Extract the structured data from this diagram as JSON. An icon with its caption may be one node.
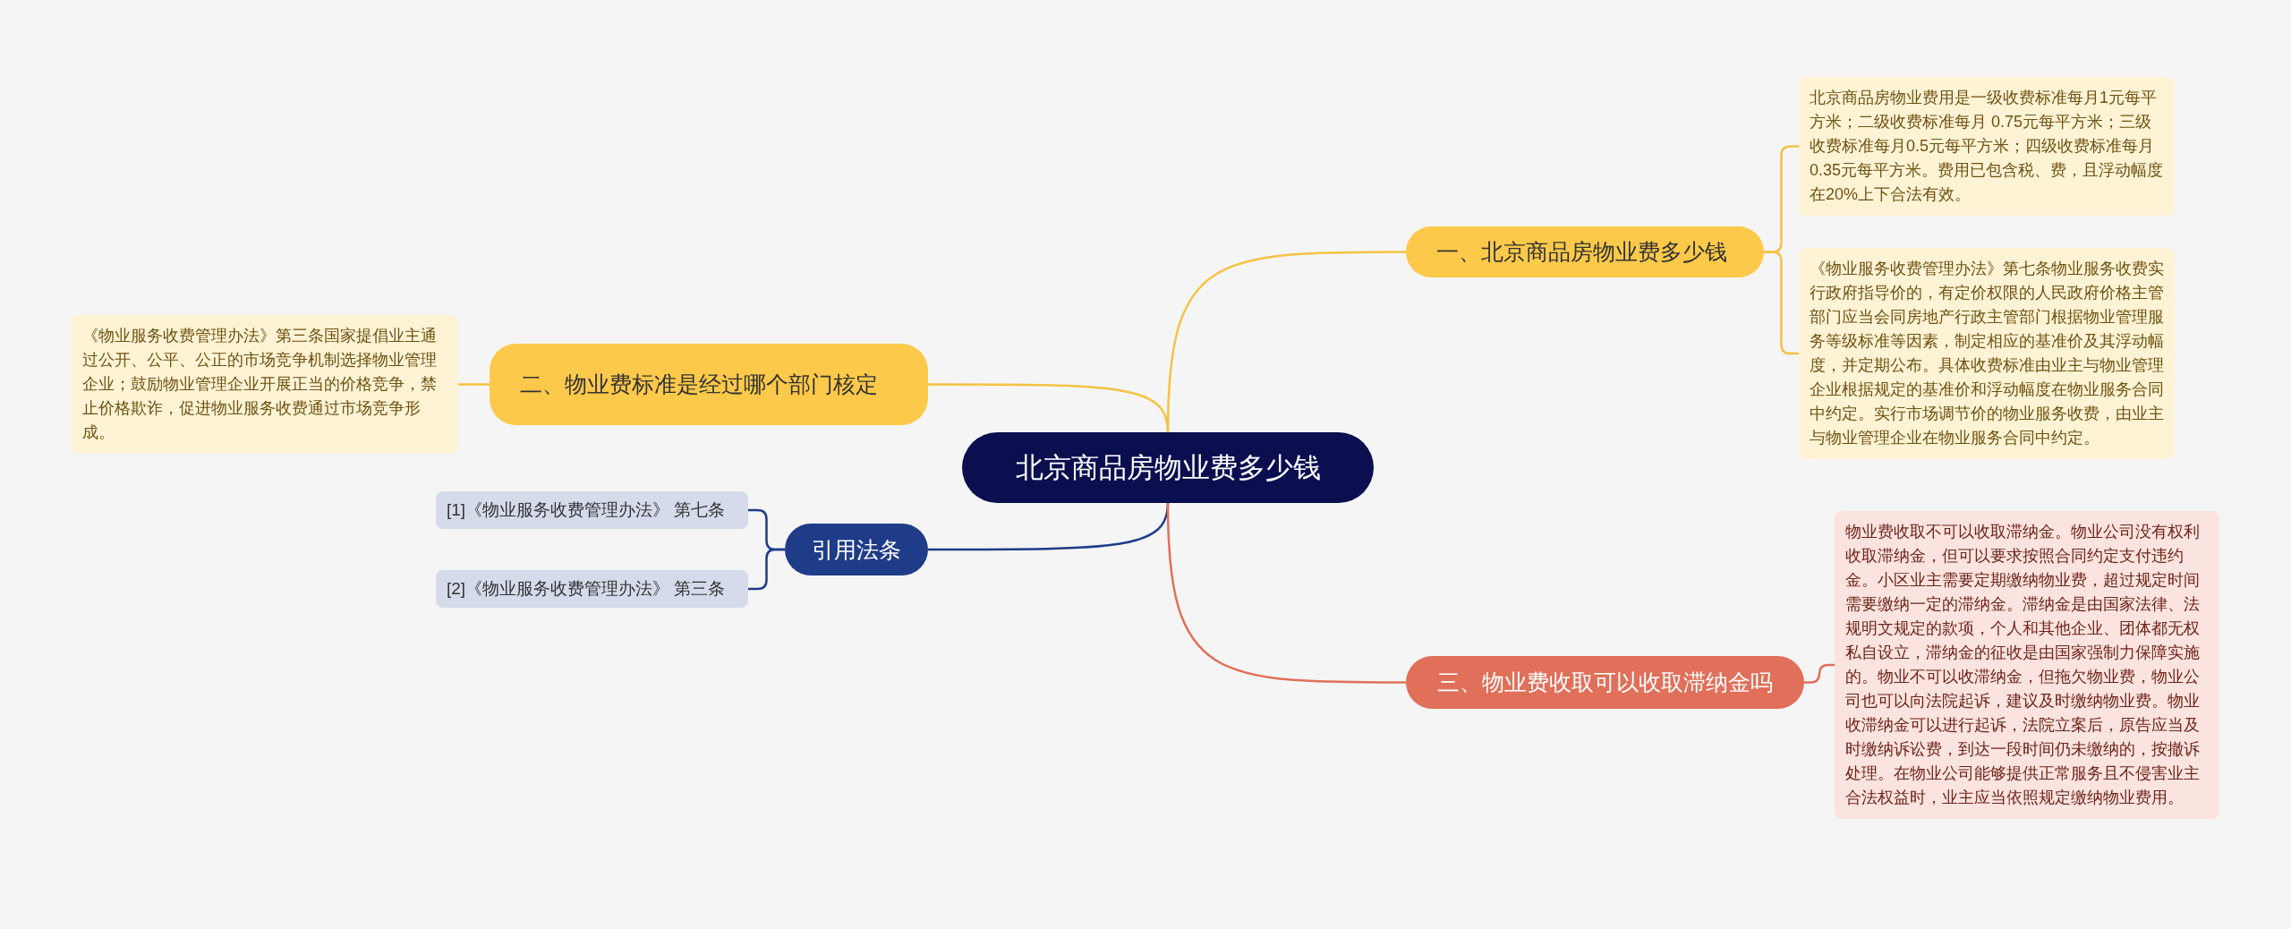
{
  "diagram": {
    "nodes": [
      {
        "text": [
          "北京商品房物业费多少钱"
        ]
      },
      {
        "text": [
          "一、北京商品房物业费多少钱"
        ]
      },
      {
        "text": [
          "北京商品房物业费用是一级收费标准每月1元每平方米；二级收费标准每月 0.75元每平方米；三级收费标准每月0.5元每平方米；四级收费标准每月0.35元每平方米。费用已包含税、费，且浮动幅度在20%上下合法有效。"
        ]
      },
      {
        "text": [
          "《物业服务收费管理办法》第七条物业服务收费实行政府指导价的，有定价权限的人民政府价格主管部门应当会同房地产行政主管部门根据物业管理服务等级标准等因素，制定相应的基准价及其浮动幅度，并定期公布。具体收费标准由业主与物业管理企业根据规定的基准价和浮动幅度在物业服务合同中约定。实行市场调节价的物业服务收费，由业主与物业管理企业在物业服务合同中约定。"
        ]
      },
      {
        "text": [
          "二、物业费标准是经过哪个部门核定"
        ]
      },
      {
        "text": [
          "《物业服务收费管理办法》第三条国家提倡业主通过公开、公平、公正的市场竞争机制选择物业管理企业；鼓励物业管理企业开展正当的价格竞争，禁止价格欺诈，促进物业服务收费通过市场竞争形成。"
        ]
      },
      {
        "text": [
          "引用法条"
        ]
      },
      {
        "text": [
          "[1]《物业服务收费管理办法》 第七条"
        ]
      },
      {
        "text": [
          "[2]《物业服务收费管理办法》 第三条"
        ]
      },
      {
        "text": [
          "三、物业费收取可以收取滞纳金吗"
        ]
      },
      {
        "text": [
          "物业费收取不可以收取滞纳金。物业公司没有权利收取滞纳金，但可以要求按照合同约定支付违约金。小区业主需要定期缴纳物业费，超过规定时间需要缴纳一定的滞纳金。滞纳金是由国家法律、法规明文规定的款项，个人和其他企业、团体都无权私自设立，滞纳金的征收是由国家强制力保障实施的。物业不可以收滞纳金，但拖欠物业费，物业公司也可以向法院起诉，建议及时缴纳物业费。物业收滞纳金可以进行起诉，法院立案后，原告应当及时缴纳诉讼费，到达一段时间仍未缴纳的，按撤诉处理。在物业公司能够提供正常服务且不侵害业主合法权益时，业主应当依照规定缴纳物业费用。"
        ]
      }
    ],
    "edges": [
      {
        "from": 0,
        "to": 1,
        "arrow": "none"
      },
      {
        "from": 1,
        "to": 2,
        "arrow": "none"
      },
      {
        "from": 1,
        "to": 3,
        "arrow": "none"
      },
      {
        "from": 0,
        "to": 4,
        "arrow": "none"
      },
      {
        "from": 4,
        "to": 5,
        "arrow": "none"
      },
      {
        "from": 0,
        "to": 6,
        "arrow": "none",
        "color": "#1f3c88"
      },
      {
        "from": 6,
        "to": 7,
        "arrow": "none",
        "color": "#1f3c88"
      },
      {
        "from": 6,
        "to": 8,
        "arrow": "none",
        "color": "#1f3c88"
      },
      {
        "from": 0,
        "to": 9,
        "arrow": "none",
        "color": "#e0705a"
      },
      {
        "from": 9,
        "to": 10,
        "arrow": "none",
        "color": "#e0705a"
      }
    ]
  }
}
